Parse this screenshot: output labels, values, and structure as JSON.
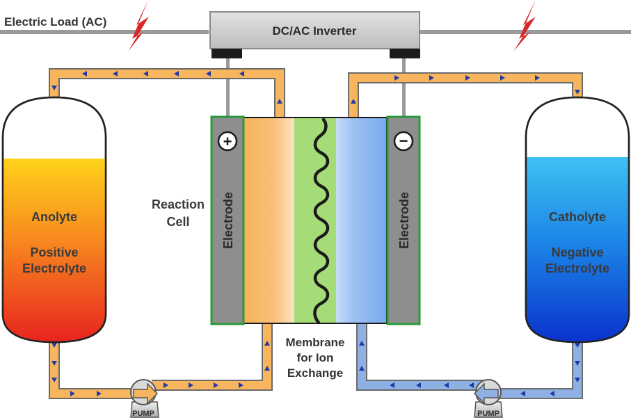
{
  "load_label": "Electric Load (AC)",
  "inverter_label": "DC/AC Inverter",
  "reaction_cell": {
    "line1": "Reaction",
    "line2": "Cell"
  },
  "electrode_left": {
    "label": "Electrode",
    "sign": "+"
  },
  "electrode_right": {
    "label": "Electrode",
    "sign": "−"
  },
  "left_tank": {
    "line1": "Anolyte",
    "line2": "Positive",
    "line3": "Electrolyte"
  },
  "right_tank": {
    "line1": "Catholyte",
    "line2": "Negative",
    "line3": "Electrolyte"
  },
  "membrane": {
    "line1": "Membrane",
    "line2": "for Ion",
    "line3": "Exchange"
  },
  "pump_left": "PUMP",
  "pump_right": "PUMP",
  "colors": {
    "orange_pipe": "#f7b55e",
    "blue_pipe": "#8fb0e2",
    "arrow": "#1f3aa8",
    "wire": "#9a9a9a",
    "lightning": "#d62828",
    "electrode": "#8e8e8e",
    "cell_border": "#2a9a3c",
    "membrane": "#a6dc78"
  }
}
